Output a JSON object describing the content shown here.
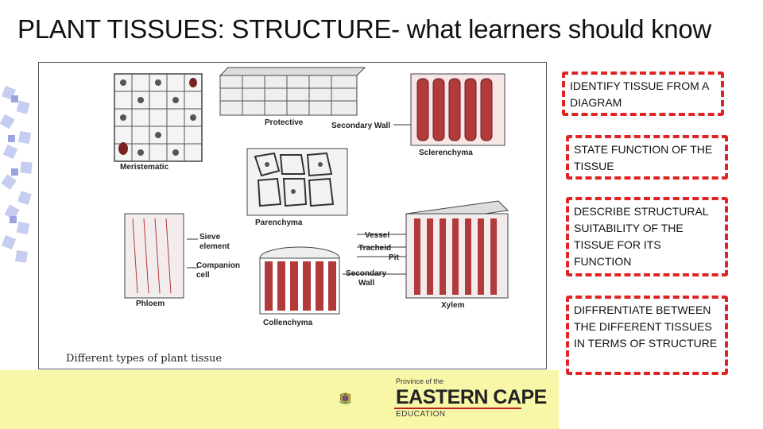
{
  "title": "PLANT TISSUES: STRUCTURE- what learners should know",
  "diagram": {
    "labels": {
      "protective": "Protective",
      "secondary_wall_top": "Secondary Wall",
      "sclerenchyma": "Sclerenchyma",
      "meristematic": "Meristematic",
      "parenchyma": "Parenchyma",
      "sieve_element": "Sieve\nelement",
      "companion_cell": "Companion\ncell",
      "phloem": "Phloem",
      "vessel": "Vessel",
      "tracheid": "Tracheid",
      "pit": "Pit",
      "secondary_wall_bottom": "Secondary\nWall",
      "collenchyma": "Collenchyma",
      "xylem": "Xylem"
    },
    "caption": "Different types of plant tissue"
  },
  "boxes": [
    {
      "text": "IDENTIFY TISSUE FROM A DIAGRAM"
    },
    {
      "text": "STATE FUNCTION OF THE TISSUE"
    },
    {
      "text": "DESCRIBE STRUCTURAL SUITABILITY OF THE TISSUE FOR ITS FUNCTION"
    },
    {
      "text": "DIFFRENTIATE BETWEEN THE DIFFERENT TISSUES IN TERMS OF STRUCTURE"
    }
  ],
  "footer": {
    "province": "Province of the",
    "name": "EASTERN CAPE",
    "dept": "EDUCATION"
  },
  "colors": {
    "box_border": "#e02424",
    "footer_band": "#f8f7a8",
    "tissue_red": "#b23a3a"
  }
}
